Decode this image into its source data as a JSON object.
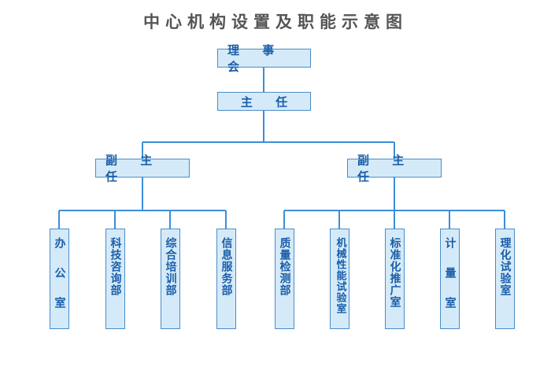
{
  "title": "中心机构设置及职能示意图",
  "board": "理 事 会",
  "director": "主 任",
  "deputies": [
    "副 主 任",
    "副 主 任"
  ],
  "departments_left": [
    "办公室",
    "科技咨询部",
    "综合培训部",
    "信息服务部"
  ],
  "departments_right": [
    "质量检测部",
    "机械性能试验室",
    "标准化推广室",
    "计量室",
    "理化试验室"
  ],
  "colors": {
    "box_fill": "#d4eaf9",
    "box_border": "#4a8cc7",
    "line": "#3b8ed8",
    "text": "#1a5ea8"
  }
}
